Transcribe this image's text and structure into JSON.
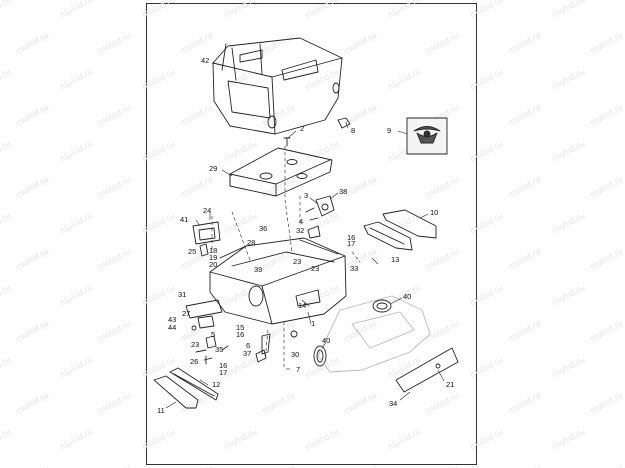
{
  "watermark": "motod.ru",
  "emblem_icon": "eagle-wings-emblem-icon",
  "callouts": [
    "42",
    "2",
    "8",
    "9",
    "29",
    "3",
    "38",
    "10",
    "24",
    "41",
    "36",
    "32",
    "4",
    "25",
    "18",
    "19",
    "20",
    "28",
    "39",
    "23",
    "23",
    "16",
    "17",
    "33",
    "13",
    "31",
    "40",
    "27",
    "14",
    "43",
    "44",
    "5",
    "15",
    "16",
    "1",
    "6",
    "37",
    "30",
    "40",
    "23",
    "35",
    "26",
    "16",
    "17",
    "12",
    "7",
    "21",
    "34",
    "11"
  ]
}
